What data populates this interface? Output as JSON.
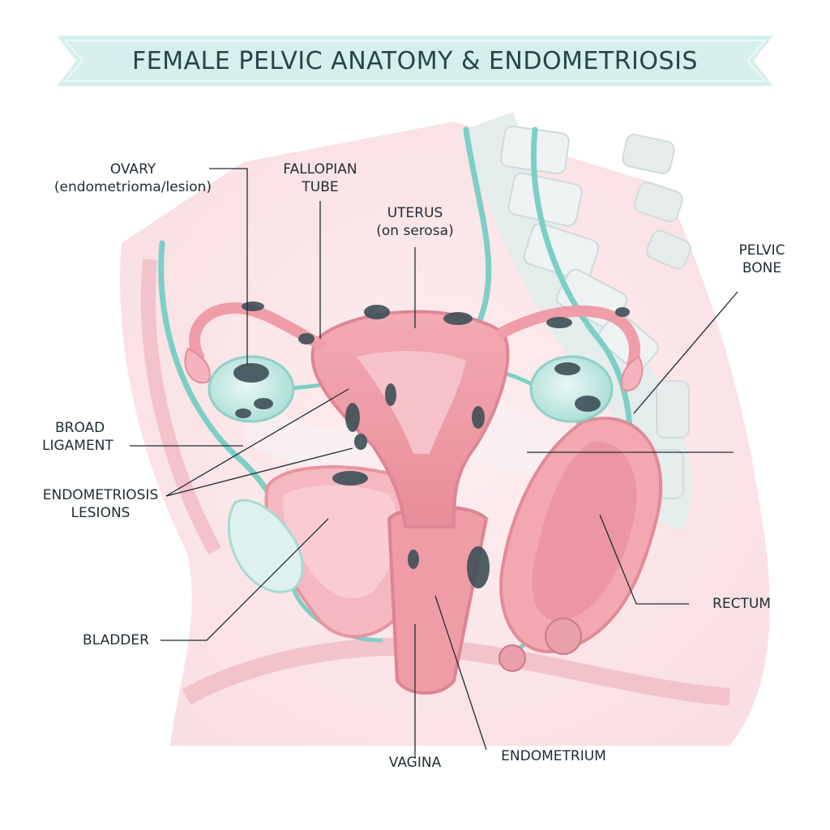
{
  "title": "FEMALE PELVIC ANATOMY & ENDOMETRIOSIS",
  "colors": {
    "banner": "#d6efec",
    "tissue_pink": "#f0a2ab",
    "tissue_dark": "#e07f8d",
    "teal": "#7ccfc6",
    "lesion": "#3e4f57",
    "bone": "#dfe6e6"
  },
  "labels": {
    "ovary": {
      "line1": "OVARY",
      "line2": "(endometrioma/lesion)"
    },
    "fallopian_tube": {
      "line1": "FALLOPIAN",
      "line2": "TUBE"
    },
    "uterus": {
      "line1": "UTERUS",
      "line2": "(on serosa)"
    },
    "pelvic_bone": {
      "line1": "PELVIC",
      "line2": "BONE"
    },
    "broad_ligament": {
      "line1": "BROAD",
      "line2": "LIGAMENT"
    },
    "endometriosis_lesions": {
      "line1": "ENDOMETRIOSIS",
      "line2": "LESIONS"
    },
    "rectum": "RECTUM",
    "bladder": "BLADDER",
    "vagina": "VAGINA",
    "endometrium": "ENDOMETRIUM"
  }
}
